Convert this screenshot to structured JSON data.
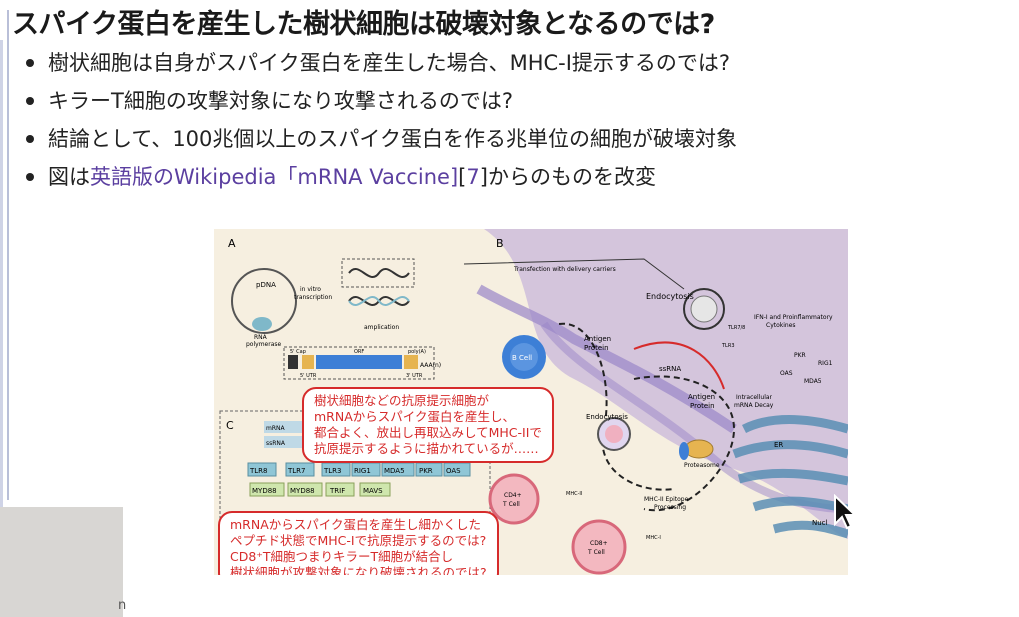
{
  "slide": {
    "title": "スパイク蛋白を産生した樹状細胞は破壊対象となるのでは?",
    "bullets": [
      "樹状細胞は自身がスパイク蛋白を産生した場合、MHC-I提示するのでは?",
      "キラーT細胞の攻撃対象になり攻撃されるのでは?",
      "結論として、100兆個以上のスパイク蛋白を作る兆単位の細胞が破壊対象"
    ],
    "bullet4": {
      "prefix": "図は",
      "link_text": "英語版のWikipedia「mRNA Vaccine]",
      "ref_open": "[",
      "ref_num": "7",
      "ref_close": "]",
      "suffix": "からのものを改変"
    }
  },
  "figure": {
    "panel_a": "A",
    "panel_b": "B",
    "panel_c": "C",
    "pdna": "pDNA",
    "in_vitro": "in vitro",
    "transcription": "transcription",
    "rna_polymerase": "RNA",
    "polymerase": "polymerase",
    "amplication": "amplication",
    "cap5": "5' Cap",
    "orf": "ORF",
    "polya": "poly(A)",
    "aaa": "AAA(n)",
    "utr5": "5' UTR",
    "utr3": "3' UTR",
    "transfection": "Transfection with delivery carriers",
    "endocytosis_top": "Endocytosis",
    "ifn": "IFN-I and Proinflammatory",
    "cytokines": "Cytokines",
    "tlr78": "TLR7/8",
    "tlr3_b": "TLR3",
    "pkr_b": "PKR",
    "rig1_b": "RIG1",
    "oas_b": "OAS",
    "mda5_b": "MDA5",
    "ssrna": "ssRNA",
    "intracellular": "Intracellular",
    "mrna_decay": "mRNA Decay",
    "antigen_protein_1": "Antigen",
    "protein_1": "Protein",
    "antigen_protein_2": "Antigen",
    "protein_2": "Protein",
    "endocytosis_mid": "Endocytosis",
    "bcell": "B Cell",
    "proteasome": "Proteasome",
    "er": "ER",
    "nucleus": "Nucl",
    "cd4": "CD4+",
    "cd4_tcell": "T Cell",
    "cd8": "CD8+",
    "cd8_tcell": "T Cell",
    "mhc2_epitope": "MHC-II Epitope",
    "processing": "Processing",
    "mhc2": "MHC-II",
    "mhc1": "MHC-I",
    "mrna_lbl": "mRNA",
    "ssrna_c": "ssRNA",
    "receptors": [
      "TLR8",
      "TLR7",
      "TLR3",
      "RIG1",
      "MDA5",
      "PKR",
      "OAS"
    ],
    "adaptors": [
      "MYD88",
      "MYD88",
      "TRIF",
      "MAVS"
    ]
  },
  "callouts": {
    "c1": [
      "樹状細胞などの抗原提示細胞が",
      "mRNAからスパイク蛋白を産生し、",
      "都合よく、放出し再取込みしてMHC-IIで",
      "抗原提示するように描かれているが……"
    ],
    "c2": [
      "mRNAからスパイク蛋白を産生し細かくした",
      "ペプチド状態でMHC-Iで抗原提示するのでは?",
      "CD8⁺T細胞つまりキラーT細胞が結合し",
      "樹状細胞が攻撃対象になり破壊されるのでは?"
    ]
  },
  "misc": {
    "stray_text": "n"
  }
}
